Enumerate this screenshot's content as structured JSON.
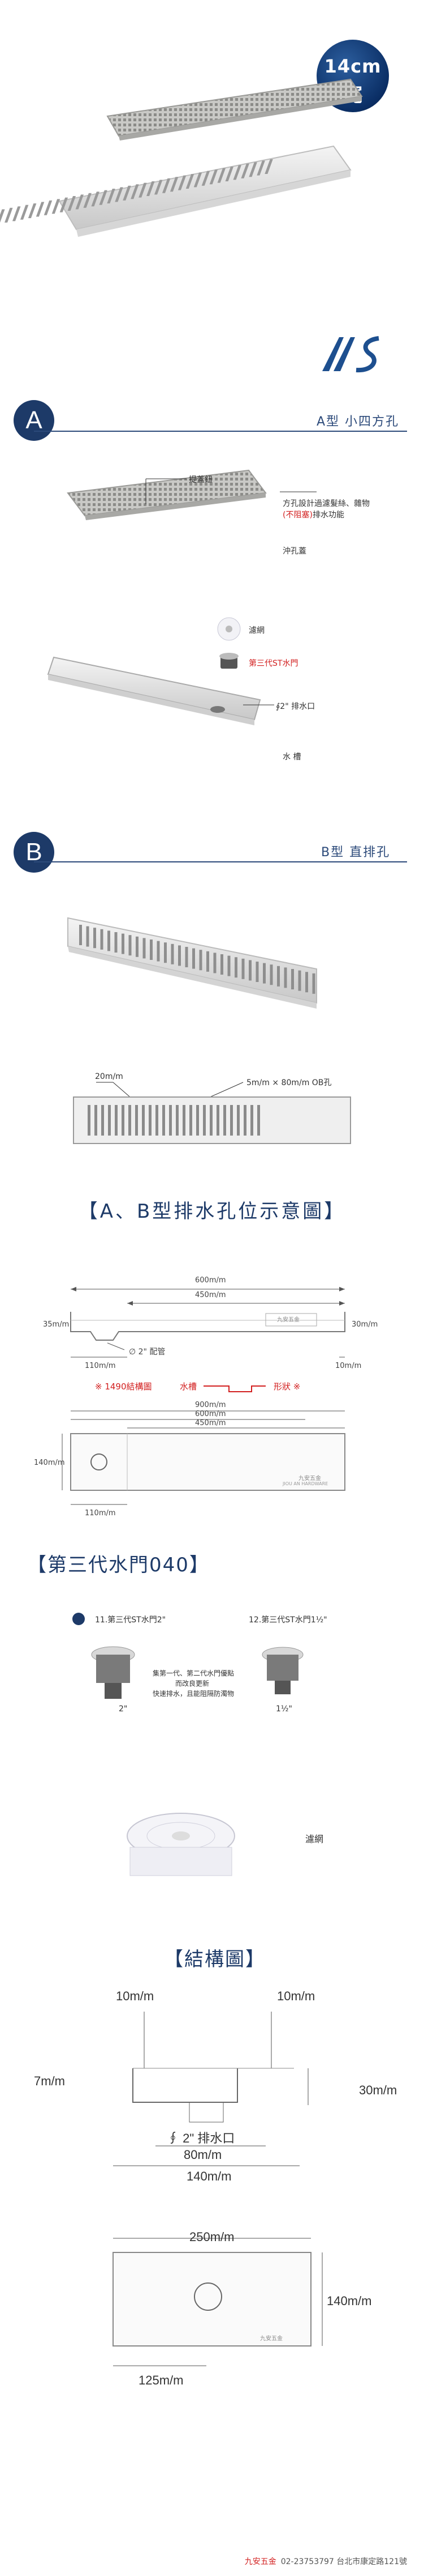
{
  "badge": {
    "width": "14cm",
    "unit": "寬"
  },
  "logo": {
    "name": "brand-logo-icon"
  },
  "type_a": {
    "letter": "A",
    "title": "A型 小四方孔",
    "callouts": {
      "handle": "提蓋鈕",
      "design_line1": "方孔設計過濾髮絲、雜物",
      "design_line2_red": "(不阻塞)",
      "design_line2_rest": "排水功能",
      "perforated_cover": "沖孔蓋",
      "filter": "濾網",
      "valve_red": "第三代ST水門",
      "drain_port": "∮2\" 排水口",
      "trough": "水 槽"
    }
  },
  "type_b": {
    "letter": "B",
    "title": "B型 直排孔",
    "dim_slot_width": "20m/m",
    "dim_slot": "5m/m × 80m/m OB孔"
  },
  "layout_title": "【A、B型排水孔位示意圖】",
  "layout": {
    "top_600": "600m/m",
    "top_450": "450m/m",
    "left_35": "35m/m",
    "right_30": "30m/m",
    "pipe": "∅ 2\" 配管",
    "bottom_110": "110m/m",
    "bottom_10": "10m/m",
    "structure_prefix": "※ 1490結構圖",
    "structure_mid": "水槽",
    "structure_suffix": "形狀 ※",
    "plan_900": "900m/m",
    "plan_600": "600m/m",
    "plan_450": "450m/m",
    "plan_140": "140m/m",
    "plan_110": "110m/m",
    "plate_text": "九安五金",
    "plate_sub": "JIOU AN HARDWARE"
  },
  "gen3_title": "【第三代水門040】",
  "gen3": {
    "item11": "11.第三代ST水門2\"",
    "item12": "12.第三代ST水門1½\"",
    "size_2": "2\"",
    "size_15": "1½\"",
    "desc1": "集第一代、第二代水門優點",
    "desc2": "而改良更新",
    "desc3": "快速排水，且能阻隔防濁物",
    "filter": "濾網"
  },
  "structure_title": "【結構圖】",
  "structure": {
    "left_10": "10m/m",
    "right_10": "10m/m",
    "left_7": "7m/m",
    "right_30": "30m/m",
    "drain": "∮ 2\" 排水口",
    "w_80": "80m/m",
    "w_140": "140m/m",
    "top_250": "250m/m",
    "right_140": "140m/m",
    "bottom_125": "125m/m",
    "plate_text": "九安五金"
  },
  "footer": {
    "brand": "九安五金",
    "phone_address": "02-23753797 台北市康定路121號"
  }
}
